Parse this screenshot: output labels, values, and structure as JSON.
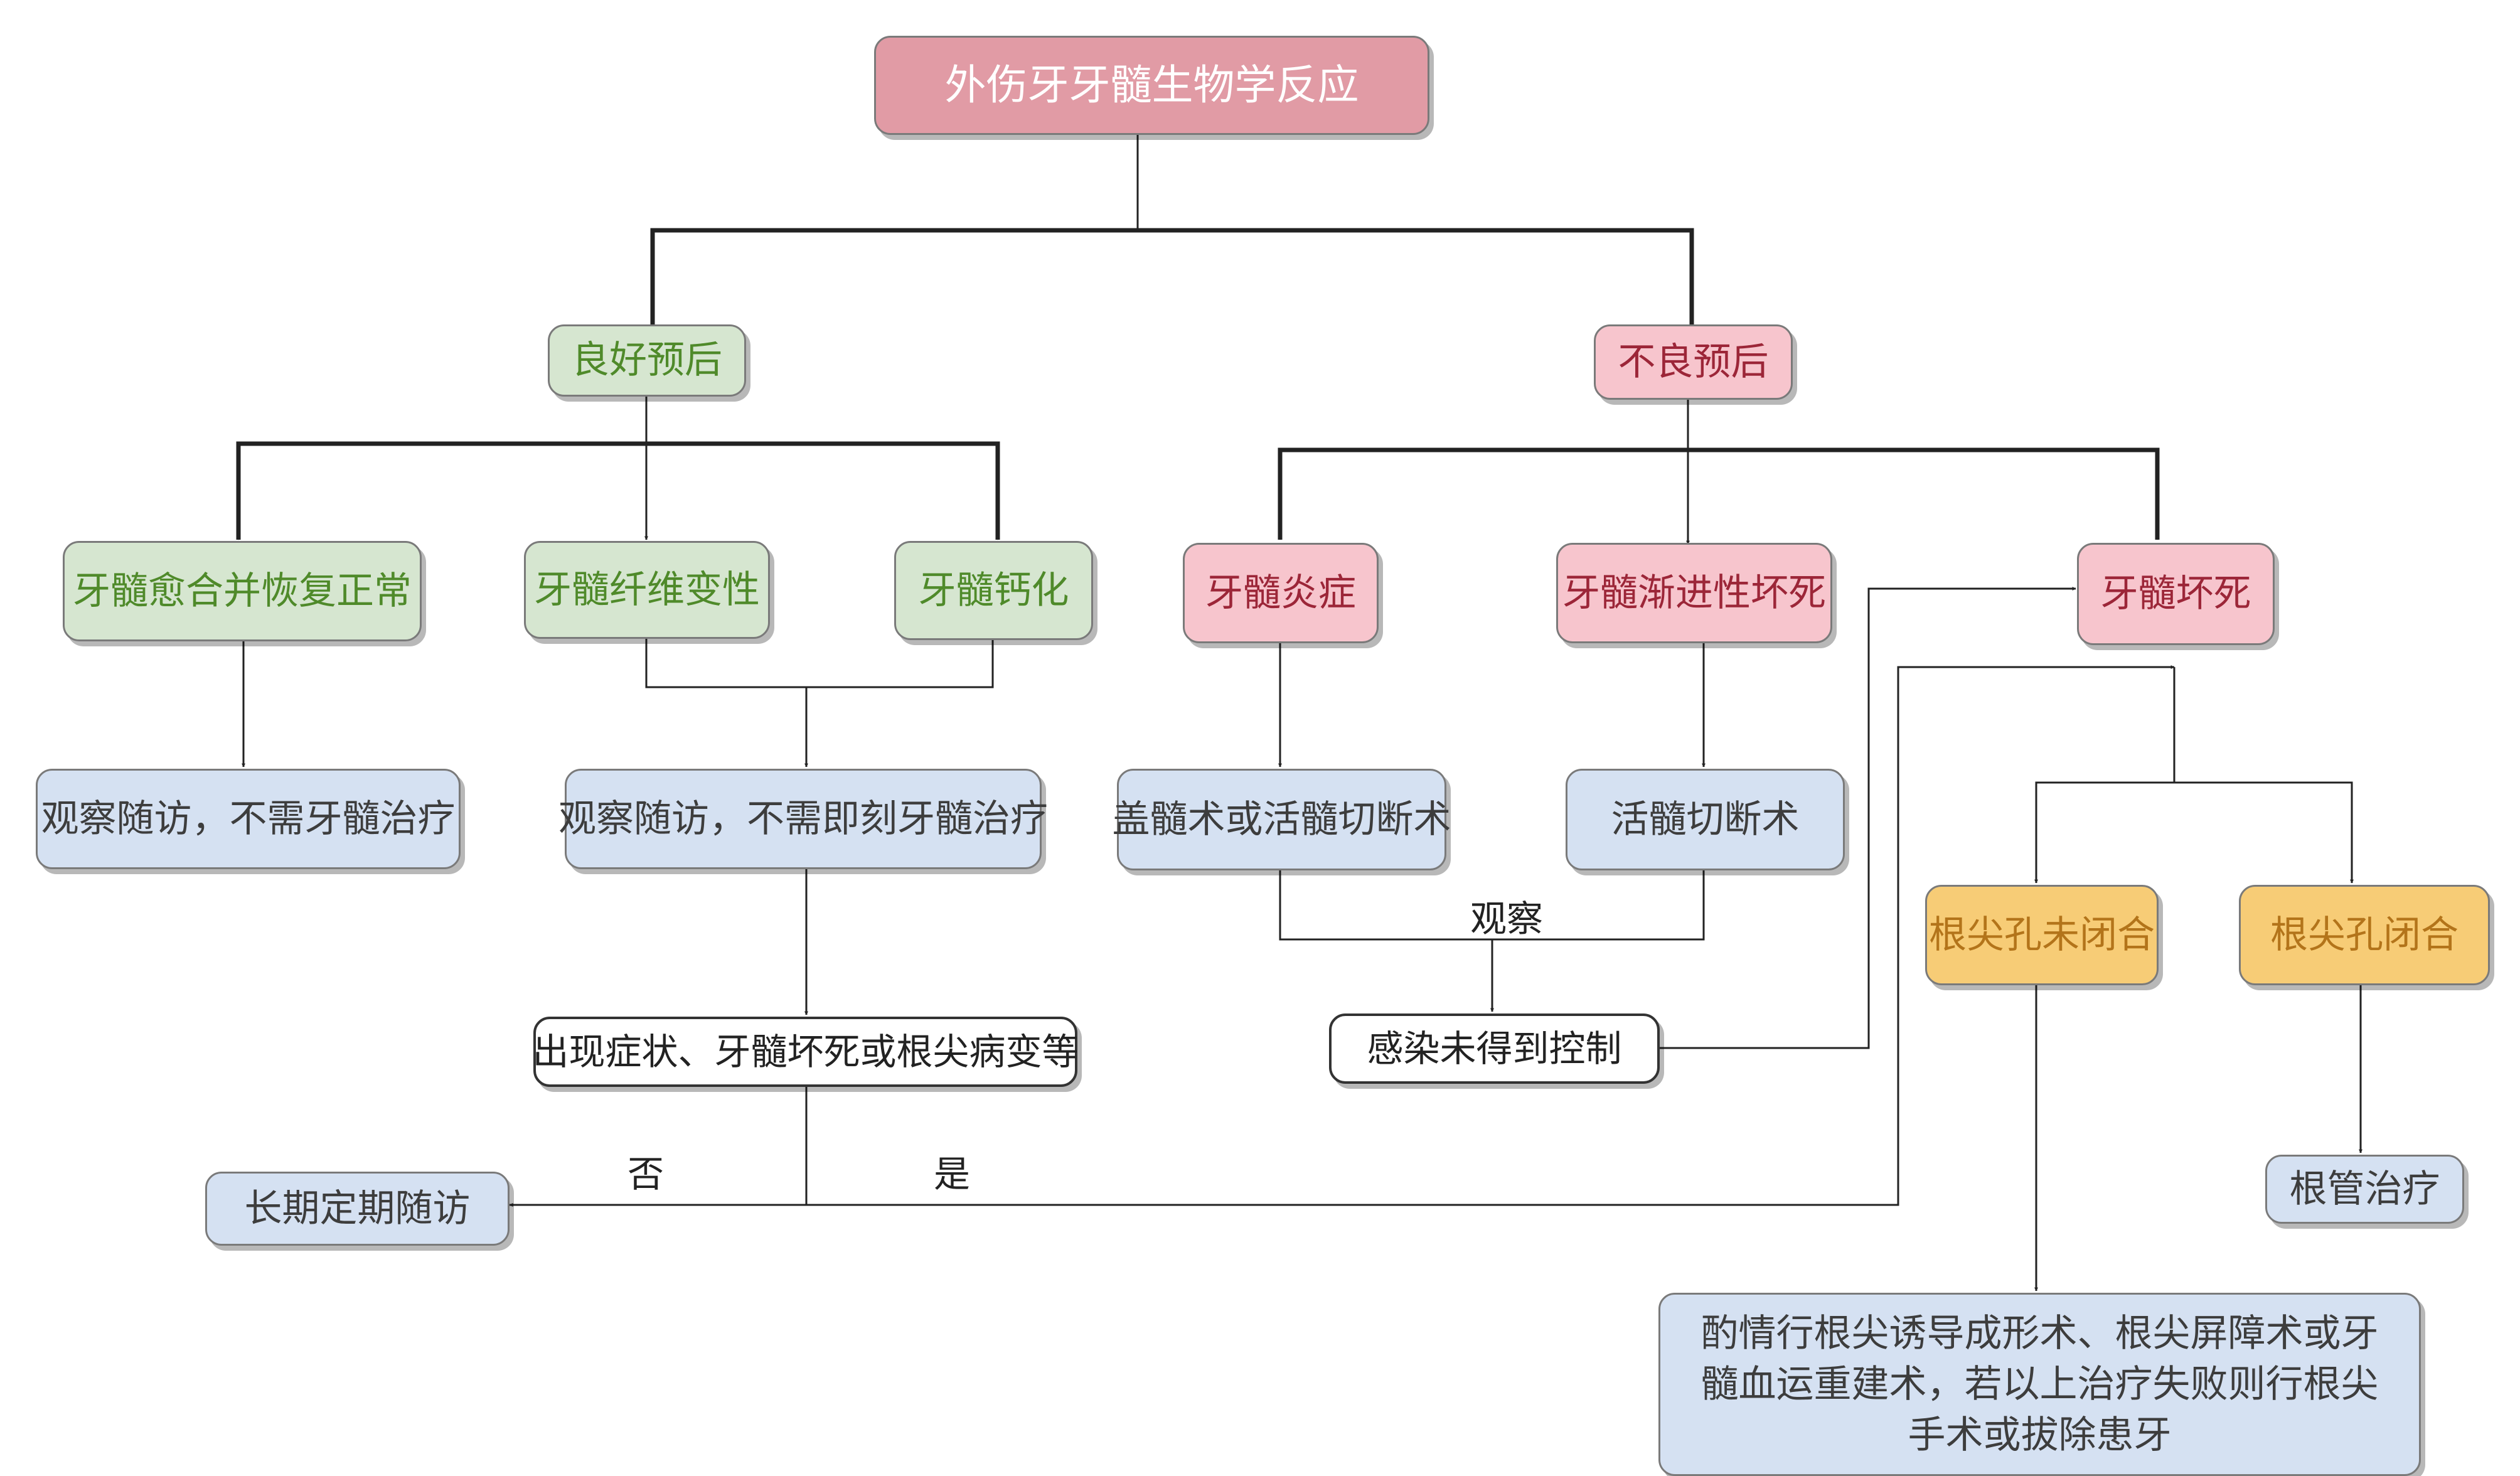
{
  "title": "外伤牙牙髓生物学反应",
  "branches": {
    "good": "良好预后",
    "bad": "不良预后"
  },
  "good_outcomes": {
    "heal": "牙髓愈合并恢复正常",
    "fibrosis": "牙髓纤维变性",
    "calcification": "牙髓钙化"
  },
  "bad_outcomes": {
    "inflammation": "牙髓炎症",
    "progressive_necrosis": "牙髓渐进性坏死",
    "necrosis": "牙髓坏死"
  },
  "treatments": {
    "follow_no_treatment": "观察随访，不需牙髓治疗",
    "follow_no_immediate": "观察随访，不需即刻牙髓治疗",
    "capping_pulpotomy": "盖髓术或活髓切断术",
    "pulpotomy": "活髓切断术",
    "symptom_check": "出现症状、牙髓坏死或根尖病变等",
    "infection_uncontrolled": "感染未得到控制",
    "long_term_follow": "长期定期随访",
    "apex_open": "根尖孔未闭合",
    "apex_closed": "根尖孔闭合",
    "root_canal": "根管治疗",
    "apexification": "酌情行根尖诱导成形术、根尖屏障术或牙髓血运重建术，若以上治疗失败则行根尖手术或拔除患牙"
  },
  "edge_labels": {
    "observe": "观察",
    "no": "否",
    "yes": "是"
  }
}
